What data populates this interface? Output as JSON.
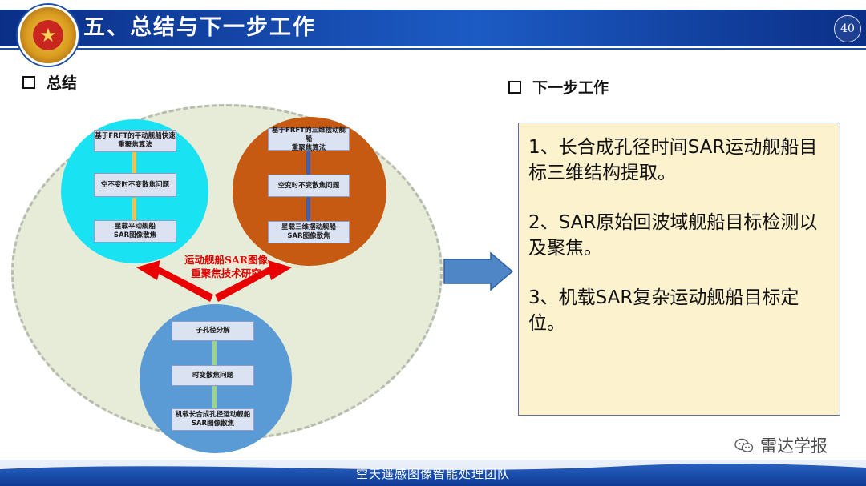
{
  "header": {
    "title": "五、总结与下一步工作",
    "page_number": "40"
  },
  "summary": {
    "heading": "总结",
    "center_label": "运动舰船SAR图像\n重聚焦技术研究",
    "left_group": [
      "基于FRFT的平动舰船快速\n重聚焦算法",
      "空不变时不变散焦问题",
      "星载平动舰船\nSAR图像散焦"
    ],
    "right_group": [
      "基于FRFT的三维摆动舰船\n重聚焦算法",
      "空变时不变散焦问题",
      "星载三维摆动舰船\nSAR图像散焦"
    ],
    "bottom_group": [
      "子孔径分解",
      "时变散焦问题",
      "机载长合成孔径运动舰船\nSAR图像散焦"
    ],
    "colors": {
      "left_circle": "#19e3f2",
      "right_circle": "#c65a12",
      "bottom_circle": "#5b9bd5",
      "connector": "#e90000"
    }
  },
  "next_work": {
    "heading": "下一步工作",
    "items": [
      "1、长合成孔径时间SAR运动舰船目标三维结构提取。",
      "2、SAR原始回波域舰船目标检测以及聚焦。",
      "3、机载SAR复杂运动舰船目标定位。"
    ]
  },
  "watermark": "雷达学报",
  "footer": "空天遥感图像智能处理团队"
}
